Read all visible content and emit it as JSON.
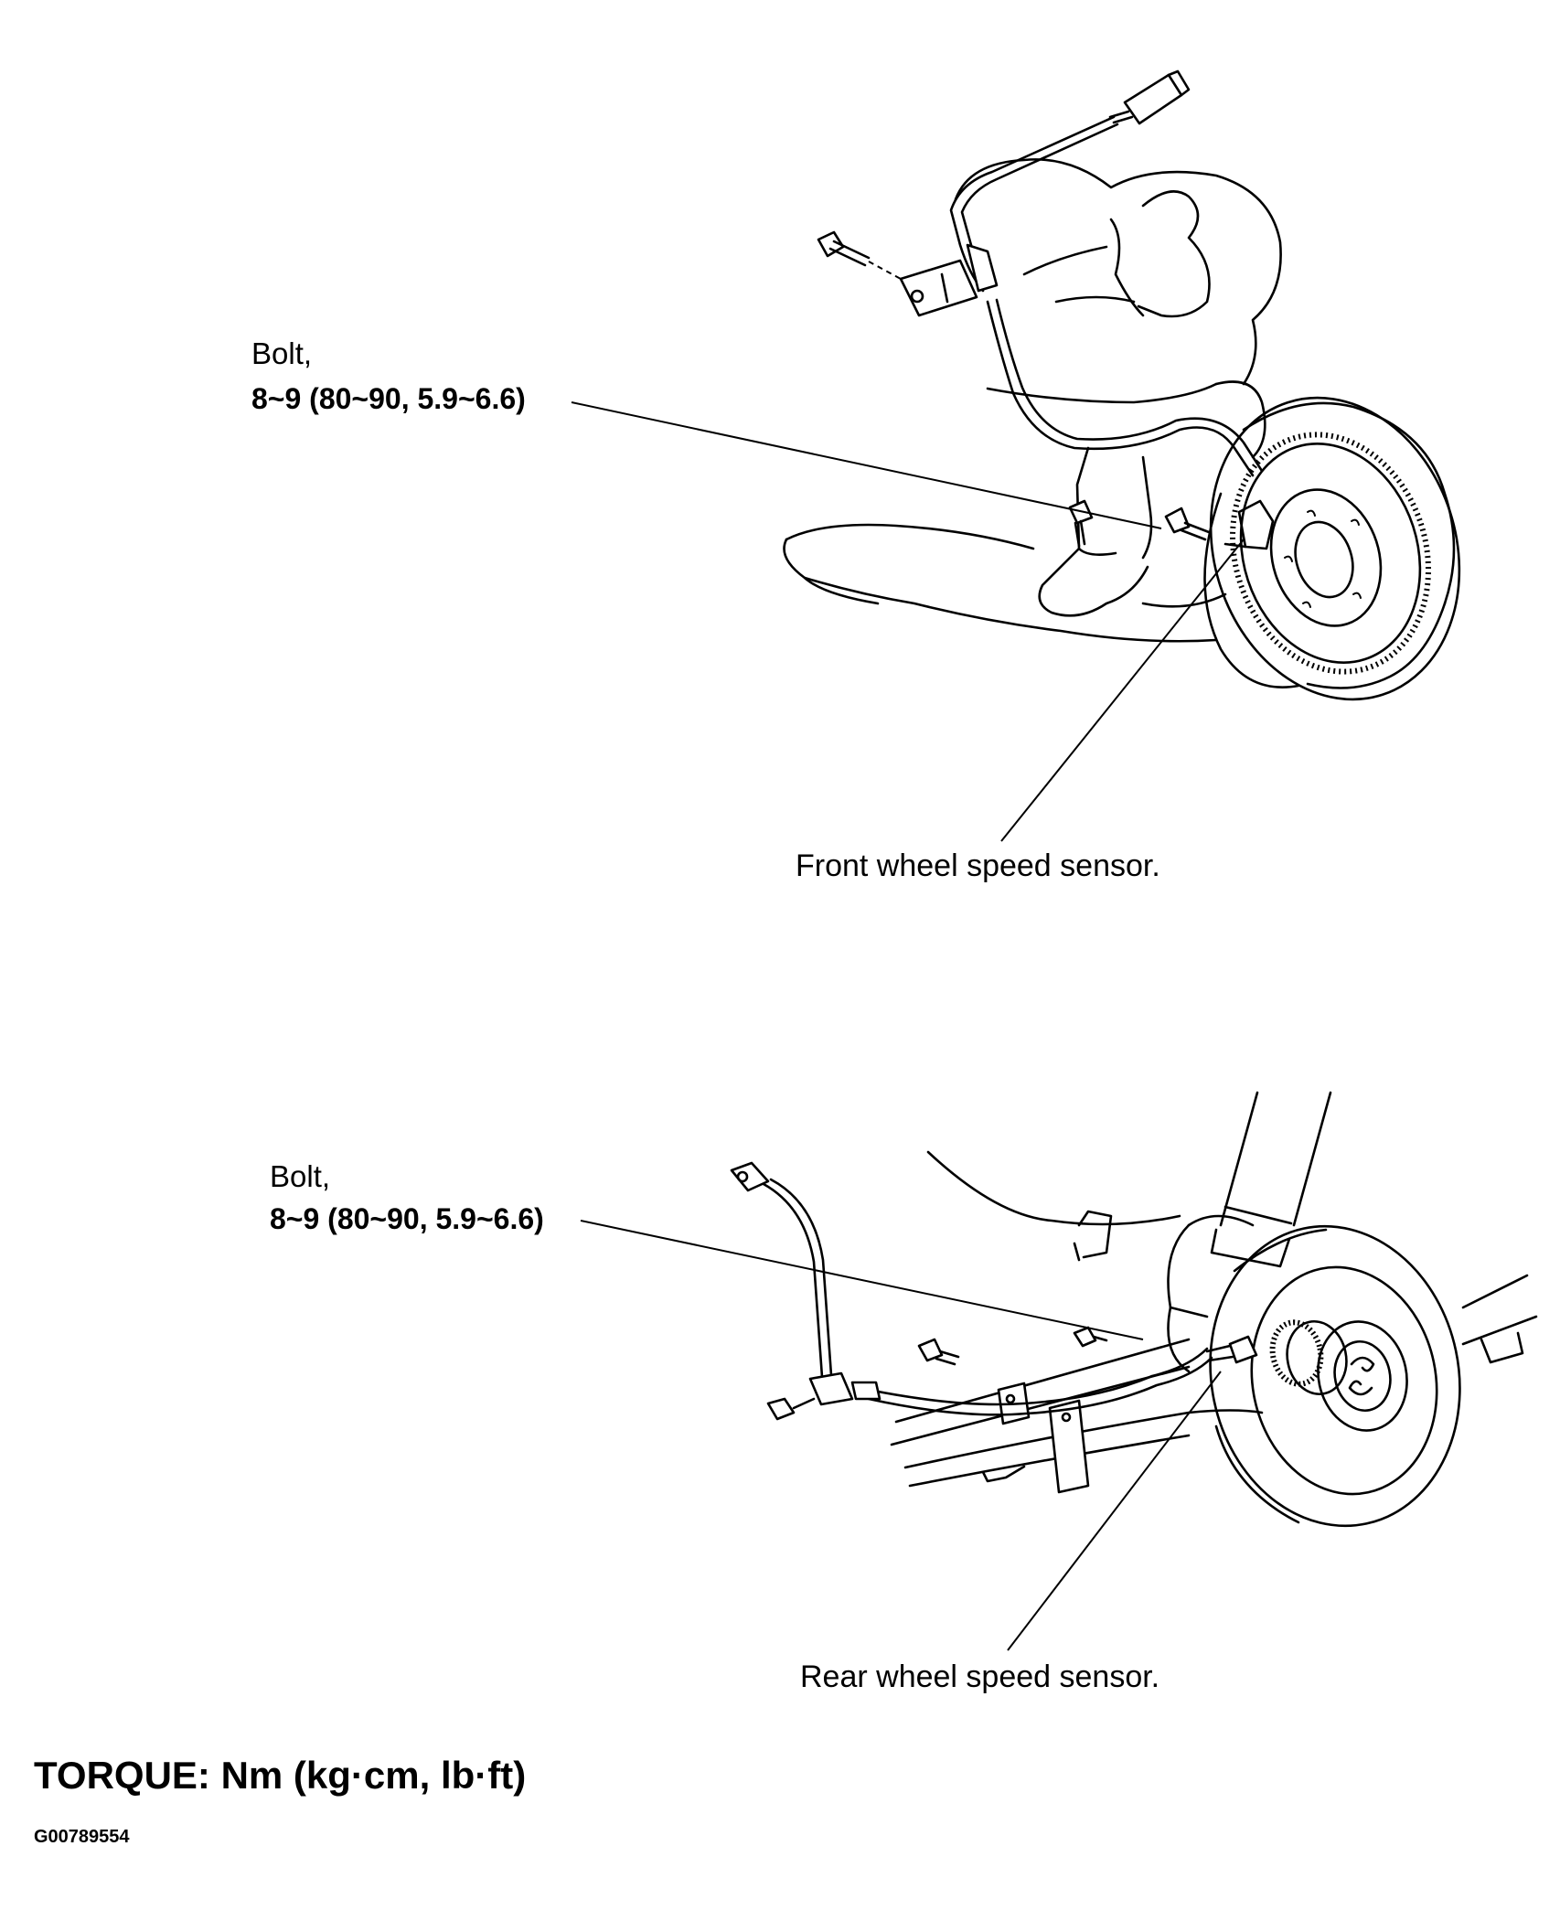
{
  "front": {
    "bolt_label": "Bolt,",
    "bolt_torque": "8~9 (80~90, 5.9~6.6)",
    "sensor_caption": "Front wheel speed sensor."
  },
  "rear": {
    "bolt_label": "Bolt,",
    "bolt_torque": "8~9 (80~90, 5.9~6.6)",
    "sensor_caption": "Rear wheel speed sensor."
  },
  "footer": {
    "torque_units": "TORQUE: Nm (kg·cm, lb·ft)",
    "figure_id": "G00789554"
  }
}
